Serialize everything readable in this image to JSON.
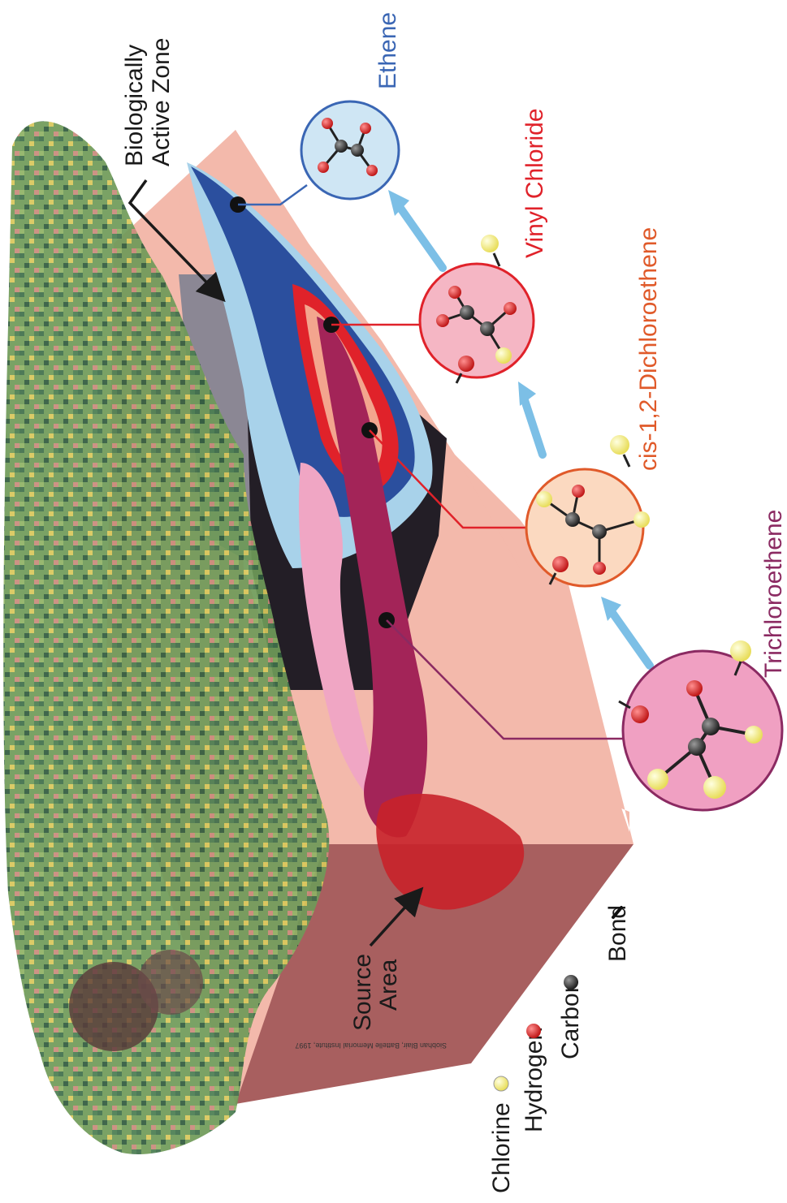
{
  "labels": {
    "biologically_active_zone": [
      "Biologically",
      "Active Zone"
    ],
    "source_area": [
      "Source",
      "Area"
    ]
  },
  "compounds": [
    {
      "name": "Trichloroethene",
      "color": "#8b2a62"
    },
    {
      "name": "cis-1,2-Dichloroethene",
      "color": "#e05a2a"
    },
    {
      "name": "Vinyl Chloride",
      "color": "#e0222a"
    },
    {
      "name": "Ethene",
      "color": "#3a66b4"
    }
  ],
  "legend": [
    {
      "label": "Chlorine",
      "icon": "chlorine-atom-icon",
      "color": "#f5f08a"
    },
    {
      "label": "Hydrogen",
      "icon": "hydrogen-atom-icon",
      "color": "#e0222a"
    },
    {
      "label": "Carbon",
      "icon": "carbon-atom-icon",
      "color": "#333333"
    },
    {
      "label": "Bond",
      "icon": "bond-icon",
      "color": "#111111"
    }
  ],
  "credit": "Siobhan Blair, Battelle Memorial Institute, 1997",
  "colors": {
    "ground_top": "#f3b9ab",
    "ground_front": "#a85f5f",
    "dark_block": "#231e26",
    "grey_face": "#8b8794",
    "plume_blue": "#2b4f9e",
    "plume_light_blue": "#a8d2ea",
    "plume_red": "#e0222a",
    "plume_magenta": "#a32458",
    "plume_pink": "#f0a6c4",
    "vegetation": "#5c8a52"
  }
}
